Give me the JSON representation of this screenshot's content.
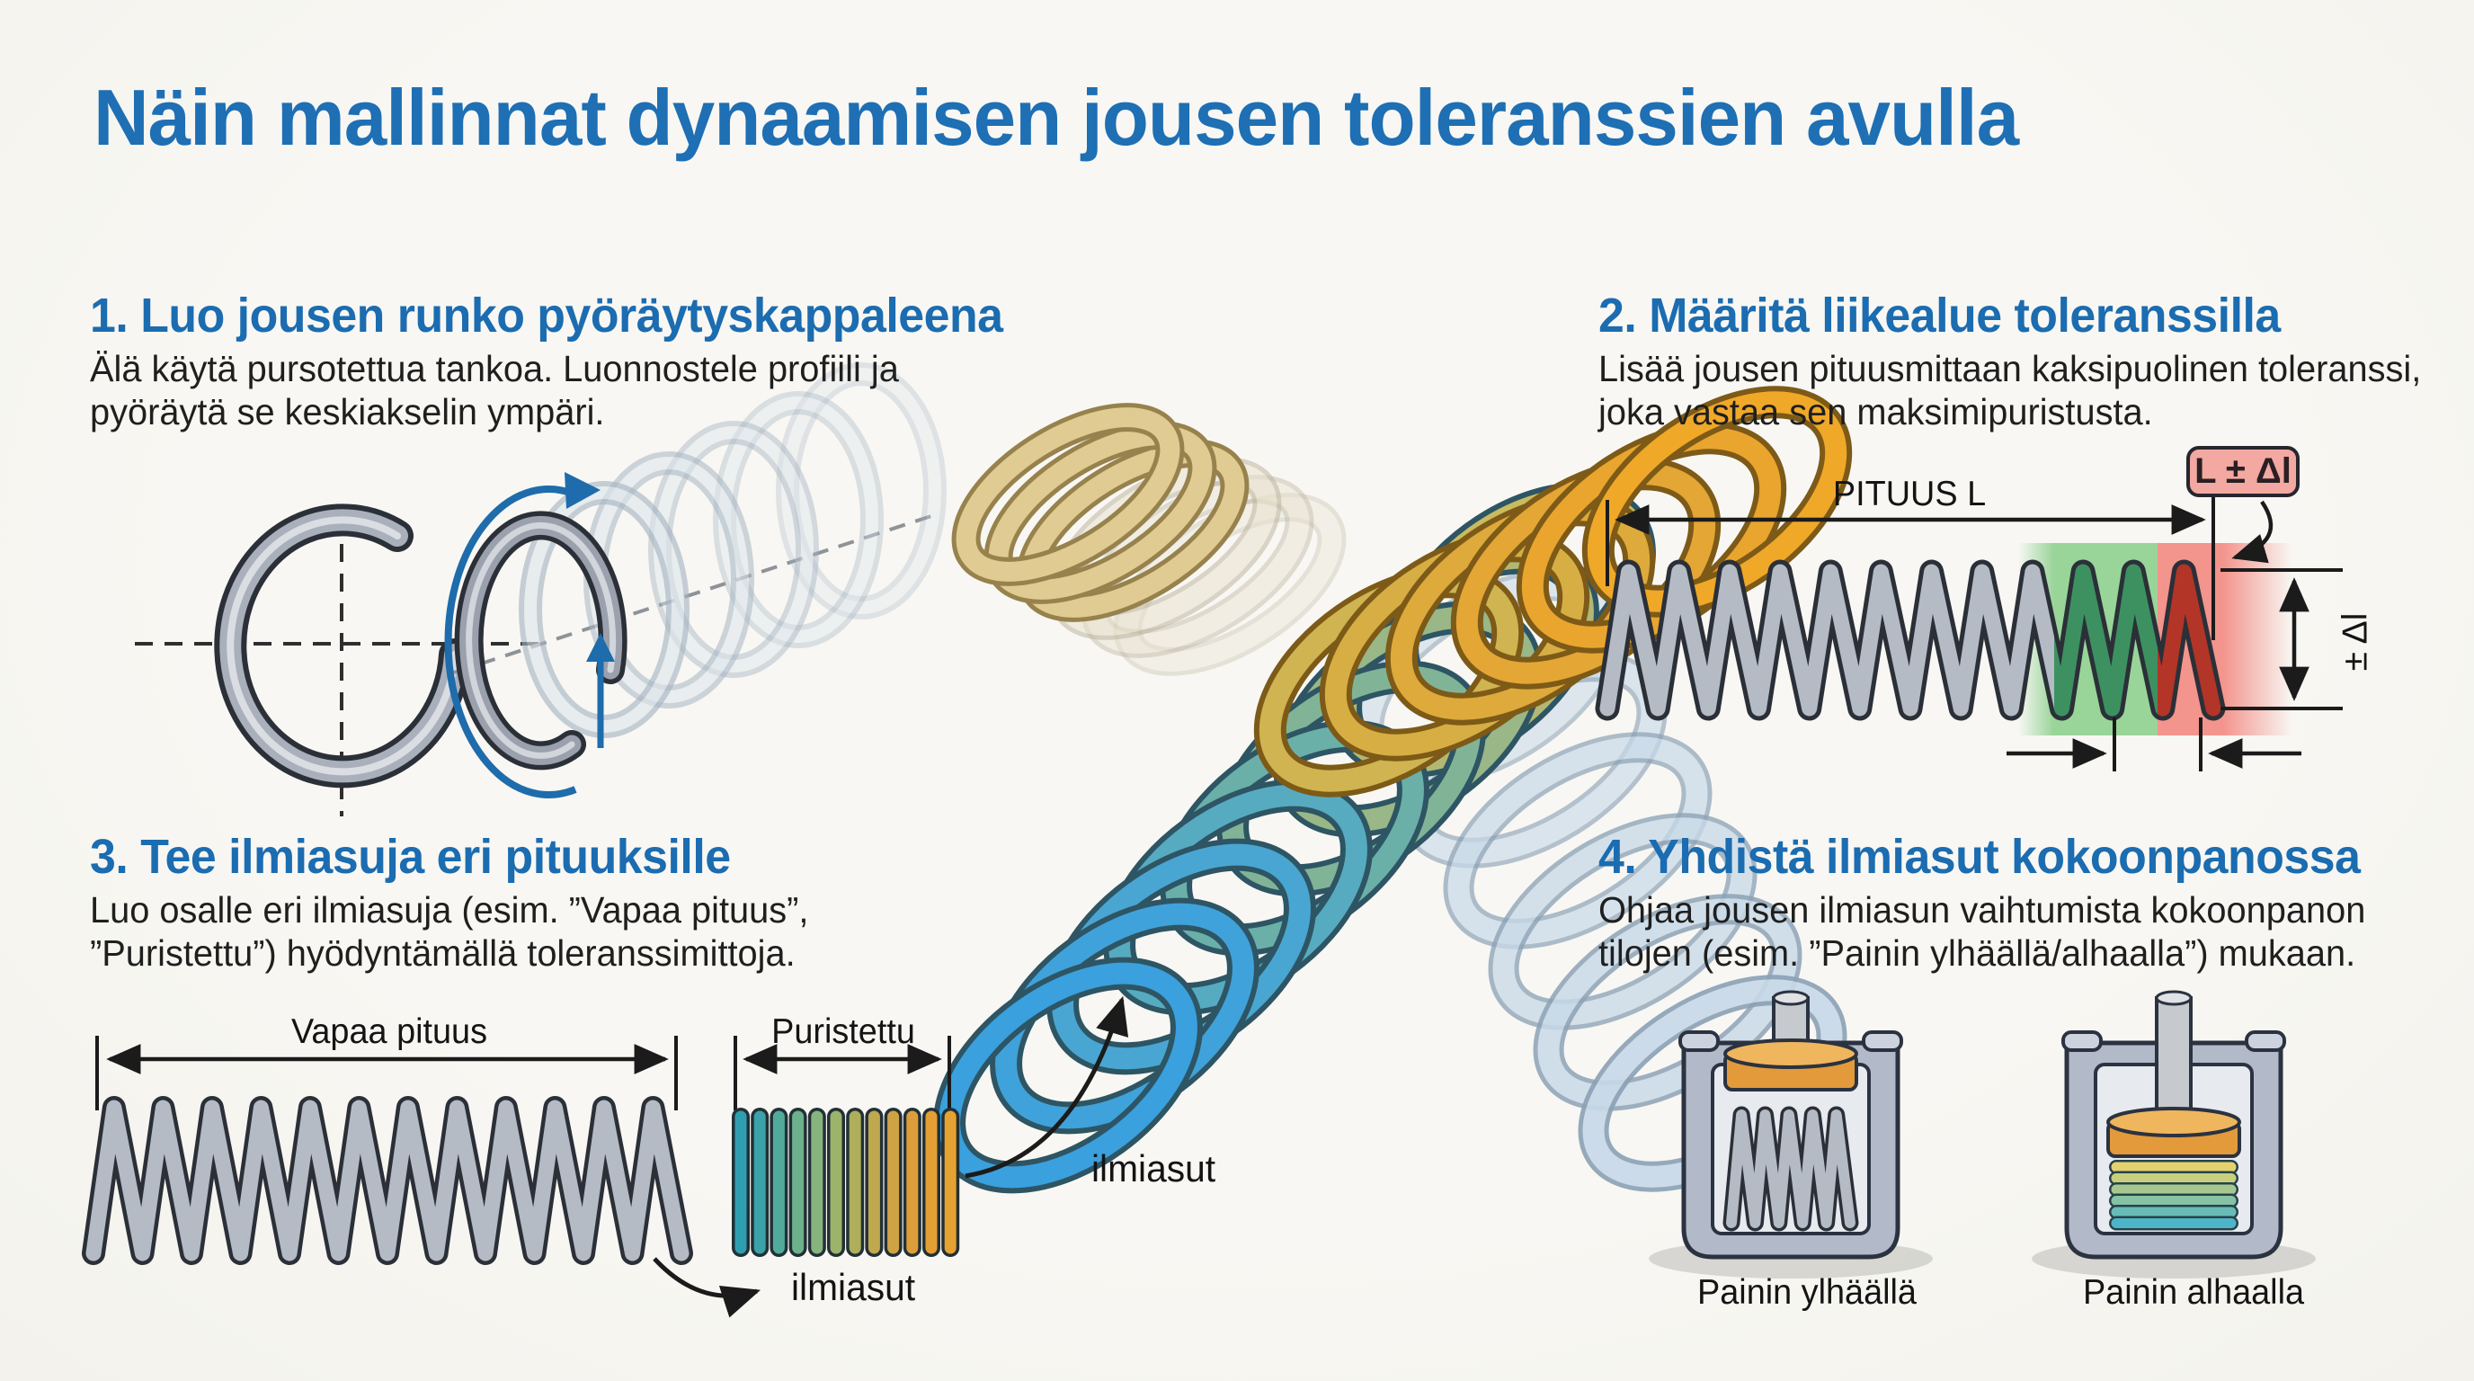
{
  "title": "Näin mallinnat dynaamisen jousen toleranssien avulla",
  "sections": {
    "s1": {
      "heading": "1. Luo jousen runko pyöräytyskappaleena",
      "body_lines": [
        "Älä käytä pursotettua tankoa. Luonnostele profiili ja",
        "pyöräytä se keskiakselin ympäri."
      ]
    },
    "s2": {
      "heading": "2. Määritä liikealue toleranssilla",
      "body_lines": [
        "Lisää jousen pituusmittaan kaksipuolinen toleranssi,",
        "joka vastaa sen maksimipuristusta."
      ],
      "dim_label": "PITUUS L",
      "tolerance_box_label": "L ± Δl",
      "tolerance_vertical_label": "± Δl"
    },
    "s3": {
      "heading": "3. Tee ilmiasuja eri pituuksille",
      "body_lines": [
        "Luo osalle eri ilmiasuja (esim. ”Vapaa pituus”,",
        "”Puristettu”) hyödyntämällä toleranssimittoja."
      ],
      "dim_free_label": "Vapaa pituus",
      "dim_compressed_label": "Puristettu",
      "callout_label": "ilmiasut"
    },
    "s4": {
      "heading": "4. Yhdistä ilmiasut kokoonpanossa",
      "body_lines": [
        "Ohjaa jousen ilmiasun vaihtumista kokoonpanon",
        "tilojen (esim. ”Painin ylhäällä/alhaalla”) mukaan."
      ],
      "label_piston_up": "Painin ylhäällä",
      "label_piston_down": "Painin alhaalla"
    },
    "center": {
      "callout_label": "ilmiasut"
    }
  },
  "palette": {
    "background": "#f7f6f2",
    "accent_blue": "#1b6cb0",
    "text_dark": "#1d1d1d",
    "dim_line": "#1b1b1b",
    "spring_gray": "#b5bbc5",
    "spring_outline": "#2b3038",
    "ghost_ring": "#a5b4c2",
    "blue_arrow": "#1e6cab",
    "tolerance_green_zone": "#8ed08f",
    "tolerance_red_zone": "#f2827a",
    "coil_green": "#3d9160",
    "coil_red": "#b23527",
    "callout_pink_fill": "#f3a8a1",
    "housing_fill": "#b2bac9",
    "housing_cavity": "#e7eaef",
    "rod_gray": "#c6c9cd",
    "piston_orange": "#e29a3b",
    "piston_orange_top": "#efb65e",
    "compressed_gradient": [
      "#2f9fb0",
      "#3aa2a8",
      "#52aa9b",
      "#6cb18c",
      "#86b47c",
      "#9cb36b",
      "#aeae5b",
      "#bfa84e",
      "#cfa243",
      "#dc9e3a",
      "#e39f33",
      "#e6a231"
    ],
    "assembly_spring_gradient": [
      "#e4d26e",
      "#c8cf7d",
      "#a6c890",
      "#86c2a4",
      "#68bcb8",
      "#4eb5c8"
    ],
    "cluster_tan": "#e0cb92",
    "cluster_tan_outline": "#97824d",
    "cluster_ghost": "#e7e0cd",
    "cluster_orange": [
      "#cfb451",
      "#d6ae44",
      "#ddaa3b",
      "#e4a634",
      "#eaa52e",
      "#f0a828"
    ],
    "cluster_orange_outline": "#7d5a17",
    "cluster_paleblue": "#c8d9e8",
    "cluster_paleblue_outline": "#8ba1b5",
    "cluster_gradient": [
      "#c9bb5e",
      "#b2b873",
      "#99b787",
      "#81b497",
      "#6ab0a9",
      "#57abc0",
      "#49a6d2",
      "#40a2da",
      "#3aa0de"
    ],
    "cluster_gradient_outline": "#2e5564"
  }
}
